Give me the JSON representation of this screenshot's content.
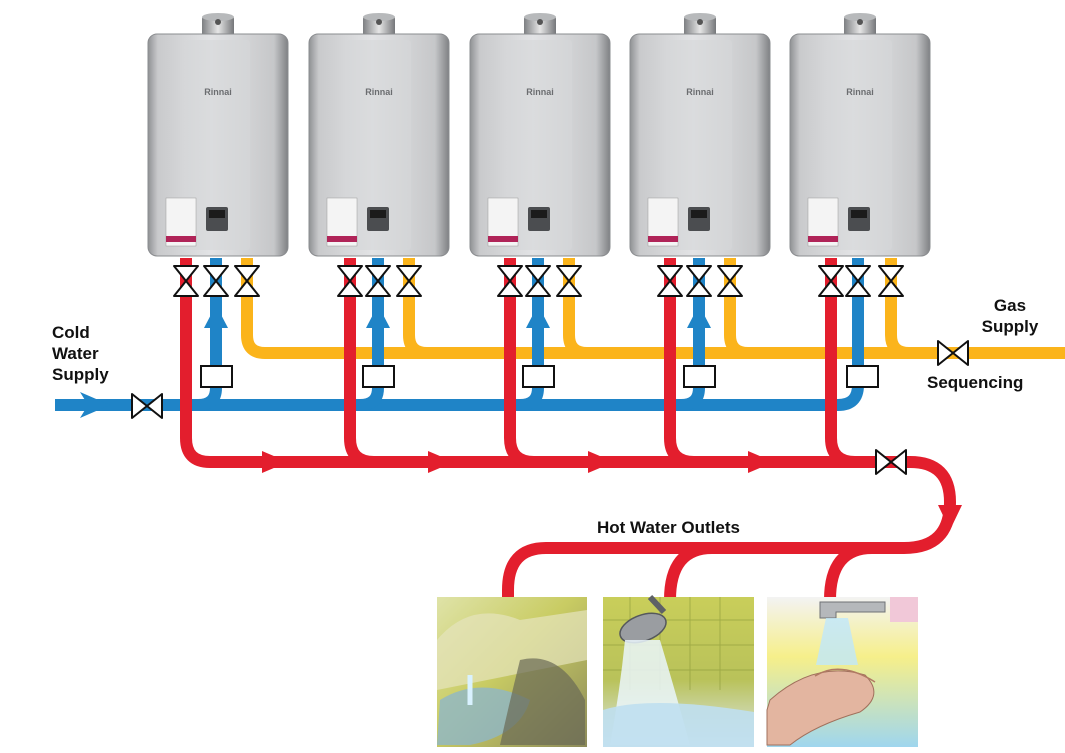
{
  "labels": {
    "cold_water": [
      "Cold",
      "Water",
      "Supply"
    ],
    "gas": [
      "Gas",
      "Supply"
    ],
    "sequencing": "Sequencing",
    "hot_water_outlets": "Hot Water Outlets"
  },
  "heater": {
    "brand": "Rinnai",
    "count": 5
  },
  "outlets": [
    "sink",
    "shower",
    "hand-washing basin"
  ],
  "colors": {
    "hot_water": "#e31e2d",
    "cold_water": "#1f84c7",
    "gas": "#fbb41b",
    "heater_body": "#cfd0d2"
  }
}
